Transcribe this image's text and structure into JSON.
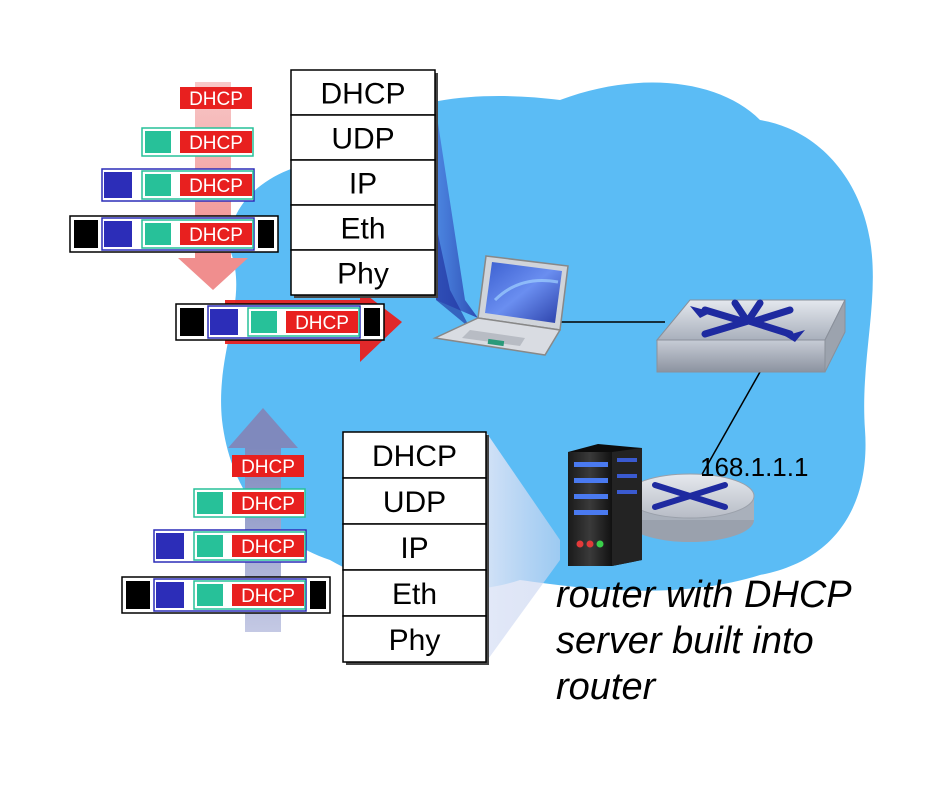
{
  "upper_stack": {
    "layers": [
      "DHCP",
      "UDP",
      "IP",
      "Eth",
      "Phy"
    ]
  },
  "lower_stack": {
    "layers": [
      "DHCP",
      "UDP",
      "IP",
      "Eth",
      "Phy"
    ]
  },
  "packet_label": "DHCP",
  "router_ip": "168.1.1.1",
  "caption": {
    "line1": "router with DHCP",
    "line2": "server built into",
    "line3": "router"
  },
  "colors": {
    "cloud": "#5bbcf5",
    "dhcp_red": "#e8201f",
    "udp_green": "#27c199",
    "ip_blue": "#2c2db8",
    "eth_black": "#000000",
    "down_arrow": "#f3a0a0",
    "up_arrow": "#8a94c4"
  }
}
